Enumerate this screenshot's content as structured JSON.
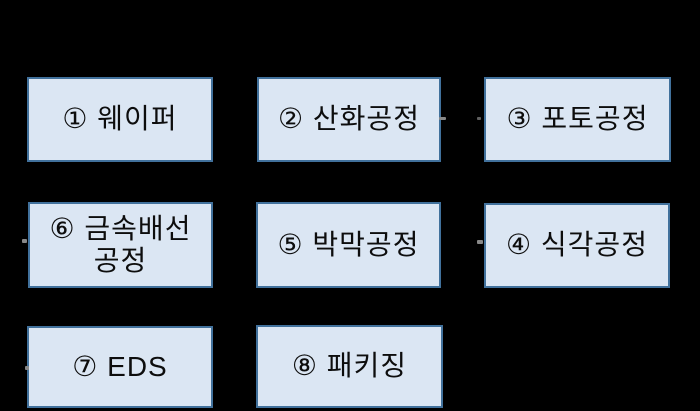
{
  "colors": {
    "background": "#000000",
    "box_fill": "#dbe6f3",
    "box_border": "#41719c",
    "text": "#0d0d0d",
    "dash": "#888888",
    "dash_faint": "#5f5f5f"
  },
  "diagram": {
    "description": "semiconductor-process-flowchart",
    "boxes": [
      {
        "id": "wafer",
        "step": "1",
        "label": "① 웨이퍼"
      },
      {
        "id": "oxidation",
        "step": "2",
        "label": "② 산화공정"
      },
      {
        "id": "photo",
        "step": "3",
        "label": "③ 포토공정"
      },
      {
        "id": "metal-wiring",
        "step": "6",
        "lines": [
          "⑥ 금속배선",
          "공정"
        ]
      },
      {
        "id": "thin-film",
        "step": "5",
        "label": "⑤ 박막공정"
      },
      {
        "id": "etching",
        "step": "4",
        "label": "④ 식각공정"
      },
      {
        "id": "eds",
        "step": "7",
        "label": "⑦ EDS"
      },
      {
        "id": "packaging",
        "step": "8",
        "label": "⑧ 패키징"
      }
    ]
  }
}
